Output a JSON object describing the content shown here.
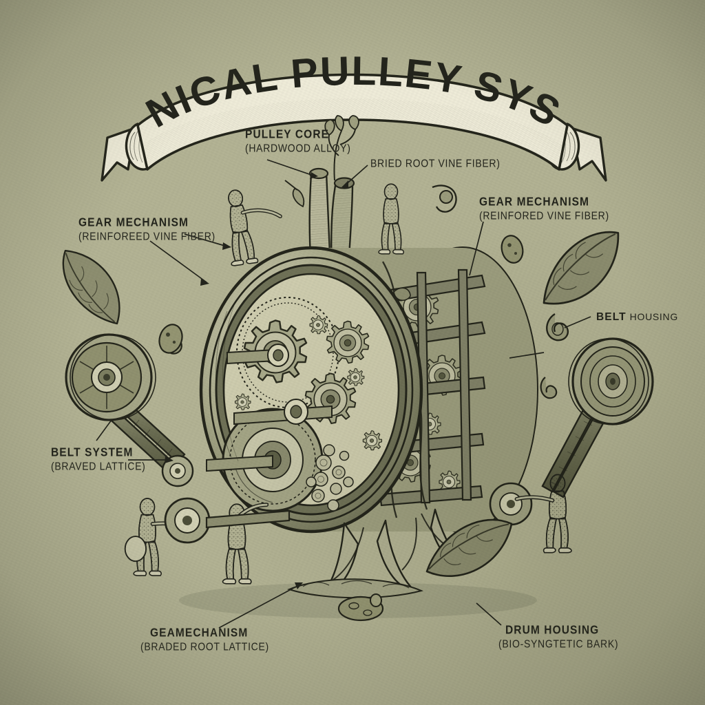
{
  "poster": {
    "title": "BOTANICAL PULLEY SYSTEMS",
    "style": "vintage engraving / technical illustration",
    "background_color": "#b3b394",
    "ink_color": "#23241c",
    "banner_color": "#efecd9",
    "fill_color": "#8d8e70"
  },
  "labels": [
    {
      "id": "pulley-core",
      "line1": "PULLEY CORE",
      "line2": "(HARDWOOD ALLOY)"
    },
    {
      "id": "bried-root-vine-fiber",
      "line1": "BRIED ROOT VINE FIBER)",
      "line2": ""
    },
    {
      "id": "gear-mechanism-left",
      "line1": "GEAR MECHANISM",
      "line2": "(REINFOREED VINE FIBER)"
    },
    {
      "id": "gear-mechanism-right",
      "line1": "GEAR MECHANISM",
      "line2": "(REINFORED VINE FIBER)"
    },
    {
      "id": "belt-housing",
      "line1": "BELT",
      "line2": "HOUSING"
    },
    {
      "id": "belt-system",
      "line1": "BELT SYSTEM",
      "line2": "(BRAVED LATTICE)"
    },
    {
      "id": "gear-mechanism-bottom",
      "line1": "GEAMECHANISM",
      "line2": "(BRADED ROOT LATTICE)"
    },
    {
      "id": "drum-housing",
      "line1": "DRUM HOUSING",
      "line2": "(BIO-SYNGTETIC BARK)"
    }
  ]
}
